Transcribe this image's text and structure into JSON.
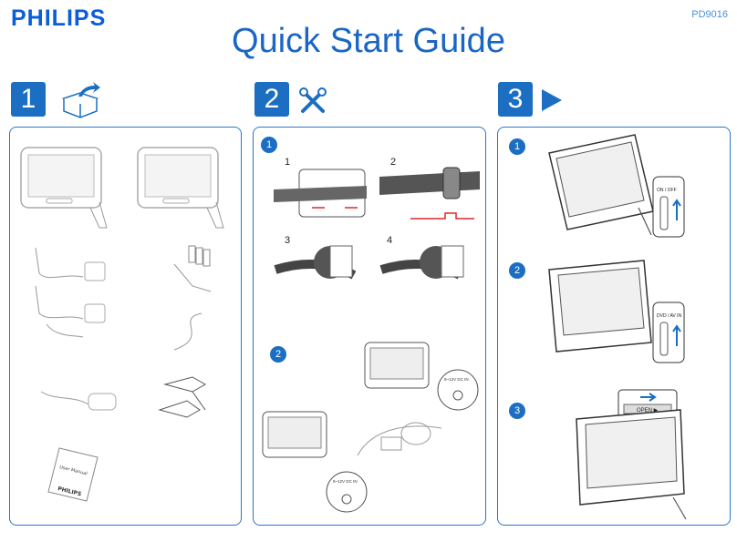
{
  "header": {
    "brand": "PHILIPS",
    "model": "PD9016",
    "title": "Quick Start Guide"
  },
  "steps": [
    {
      "number": "1",
      "icon": "unpack-box-icon"
    },
    {
      "number": "2",
      "icon": "tools-icon"
    },
    {
      "number": "3",
      "icon": "play-icon"
    }
  ],
  "panel2": {
    "sub1": "1",
    "sub2": "2",
    "install_steps": [
      "1",
      "2",
      "3",
      "4"
    ],
    "dc_label_1": "9~12V DC IN",
    "dc_label_2": "9~12V DC IN"
  },
  "panel3": {
    "sub1": "1",
    "sub2": "2",
    "sub3": "3",
    "switch_label_1": "ON / OFF",
    "switch_label_2": "DVD / AV IN",
    "open_label": "OPEN ▶"
  },
  "panel1": {
    "manual_title": "User Manual",
    "manual_brand": "PHILIPS"
  },
  "colors": {
    "accent": "#1b6ec2",
    "arrow_red": "#e0262a"
  }
}
